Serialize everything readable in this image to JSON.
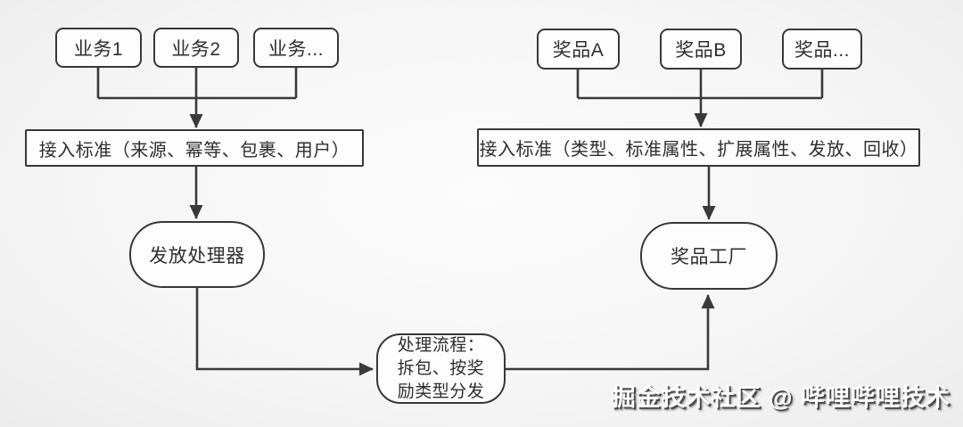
{
  "diagram": {
    "business_nodes": [
      "业务1",
      "业务2",
      "业务..."
    ],
    "prize_nodes": [
      "奖品A",
      "奖品B",
      "奖品..."
    ],
    "business_standard": "接入标准（来源、幂等、包裹、用户）",
    "prize_standard": "接入标准（类型、标准属性、扩展属性、发放、回收）",
    "dispatch_processor": "发放处理器",
    "prize_factory": "奖品工厂",
    "process_flow": "处理流程：拆包、按奖励类型分发",
    "watermark": "掘金技术社区 @ 哔哩哔哩技术",
    "colors": {
      "stroke": "#3a3a3a",
      "node_fill": "#fdfdfd",
      "background": "#f5f5f5",
      "watermark_text": "#ffffff",
      "watermark_shadow": "#4d4d4d"
    }
  }
}
